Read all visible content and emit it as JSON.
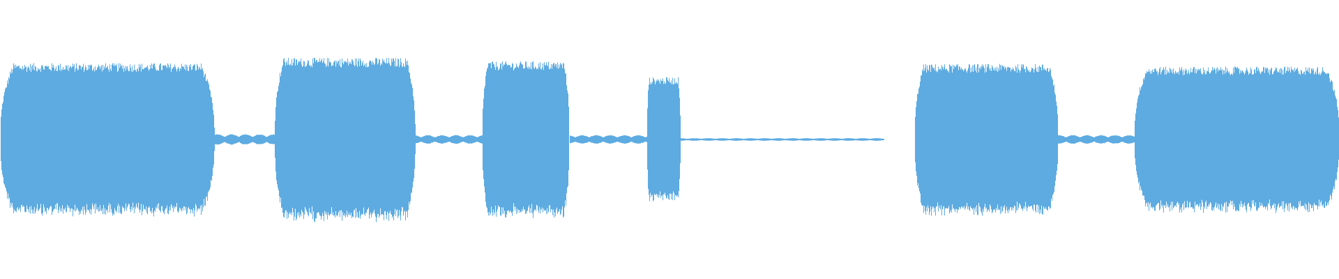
{
  "waveform": {
    "color": "#5DABE1",
    "background": "#FFFFFF",
    "segments": [
      {
        "start": 0.0,
        "end": 0.16,
        "level": 0.86
      },
      {
        "start": 0.205,
        "end": 0.31,
        "level": 0.92
      },
      {
        "start": 0.36,
        "end": 0.425,
        "level": 0.88
      },
      {
        "start": 0.483,
        "end": 0.508,
        "level": 0.7
      },
      {
        "start": 0.683,
        "end": 0.79,
        "level": 0.85
      },
      {
        "start": 0.847,
        "end": 1.0,
        "level": 0.82
      }
    ],
    "quiet_spans": [
      {
        "start": 0.16,
        "end": 0.205,
        "level": 0.06
      },
      {
        "start": 0.31,
        "end": 0.36,
        "level": 0.05
      },
      {
        "start": 0.425,
        "end": 0.483,
        "level": 0.05
      },
      {
        "start": 0.508,
        "end": 0.66,
        "level": 0.015
      },
      {
        "start": 0.79,
        "end": 0.847,
        "level": 0.05
      }
    ]
  }
}
